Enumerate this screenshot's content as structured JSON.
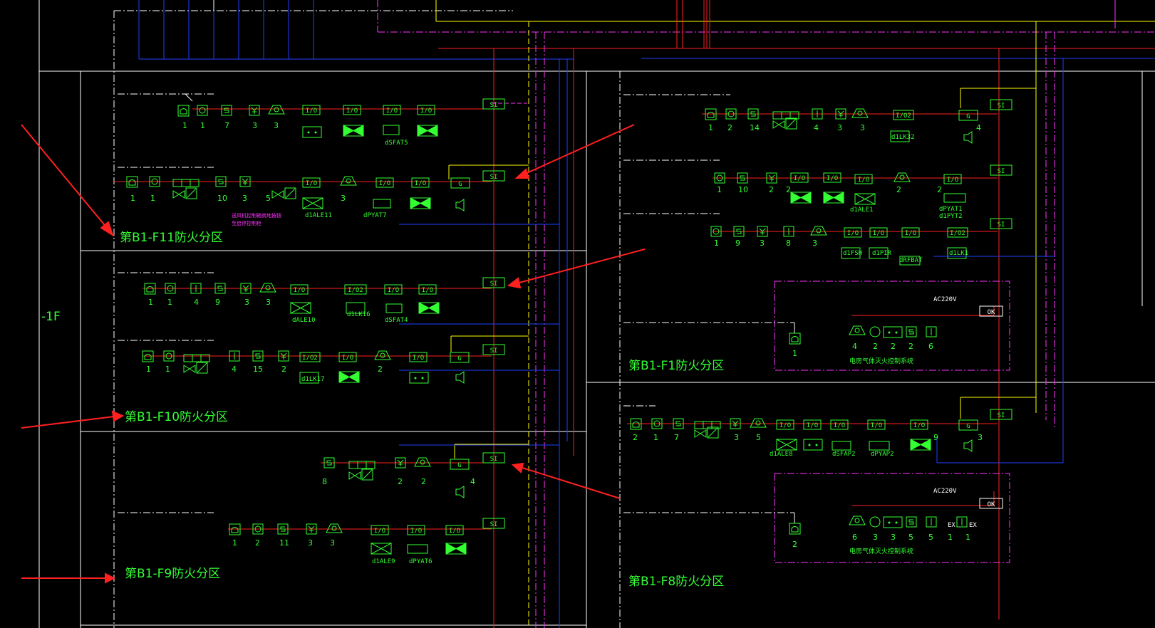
{
  "floor_label": "-1F",
  "zones": {
    "f11": "第B1-F11防火分区",
    "f10": "第B1-F10防火分区",
    "f9": "第B1-F9防火分区",
    "f1": "第B1-F1防火分区",
    "f8": "第B1-F8防火分区"
  },
  "common": {
    "si": "SI",
    "g": "G",
    "io": "I/O",
    "io2": "I/O2",
    "ok": "OK",
    "ac220": "AC220V",
    "ex": "EX",
    "gas_system": "电房气体灭火控制系统"
  },
  "module_labels": {
    "f11_r1": "dSFAT5",
    "f11_r2_a": "d1ALE11",
    "f11_r2_b": "dPYAT7",
    "f11_note1": "送风机控制箱就地按钮",
    "f11_note2": "至启停控制柜",
    "f10_r1_a": "dALE10",
    "f10_r1_b": "d1LK16",
    "f10_r1_c": "dSFAT4",
    "f10_r2": "d1LK17",
    "f9_r2_a": "d1ALE9",
    "f9_r2_b": "dPYAT6",
    "f1_r1": "d1LK32",
    "f1_r2_a": "d1ALE1",
    "f1_r2_b": "dPYAT1",
    "f1_r2_c": "d1PYT2",
    "f1_r3_a": "d1FSH",
    "f1_r3_b": "d1PIR",
    "f1_r3_c": "dRFBAT",
    "f1_r3_d": "d1LK1",
    "f8_a": "d1ALE8",
    "f8_b": "dSFAP2",
    "f8_c": "dPYAP2"
  },
  "counts": {
    "f11_r1": [
      "1",
      "1",
      "7",
      "3",
      "3"
    ],
    "f11_r2": [
      "1",
      "1",
      "10",
      "3",
      "5",
      "3"
    ],
    "f10_r1": [
      "1",
      "1",
      "4",
      "9",
      "3",
      "3"
    ],
    "f10_r2": [
      "1",
      "1",
      "4",
      "15",
      "2",
      "2"
    ],
    "f9_r1": [
      "8",
      "2",
      "2",
      "4"
    ],
    "f9_r2": [
      "1",
      "2",
      "11",
      "3",
      "3"
    ],
    "f1_r1": [
      "1",
      "2",
      "14",
      "4",
      "3",
      "3",
      "4"
    ],
    "f1_r2": [
      "1",
      "10",
      "2",
      "2",
      "2",
      "2"
    ],
    "f1_r3": [
      "1",
      "9",
      "3",
      "8",
      "3"
    ],
    "f1_box": [
      "1",
      "4",
      "2",
      "2",
      "2",
      "6"
    ],
    "f8_r1": [
      "2",
      "1",
      "7",
      "3",
      "5",
      "9",
      "3"
    ],
    "f8_box": [
      "2",
      "6",
      "3",
      "3",
      "5",
      "5",
      "1",
      "1"
    ]
  },
  "colors": {
    "background": "#000000",
    "frame": "#ffffff",
    "bus_red": "#ff2020",
    "device_green": "#33ff33",
    "line_yellow": "#ffff00",
    "line_magenta": "#ff33ff",
    "line_blue": "#2040ff",
    "arrow": "#ff2020"
  }
}
